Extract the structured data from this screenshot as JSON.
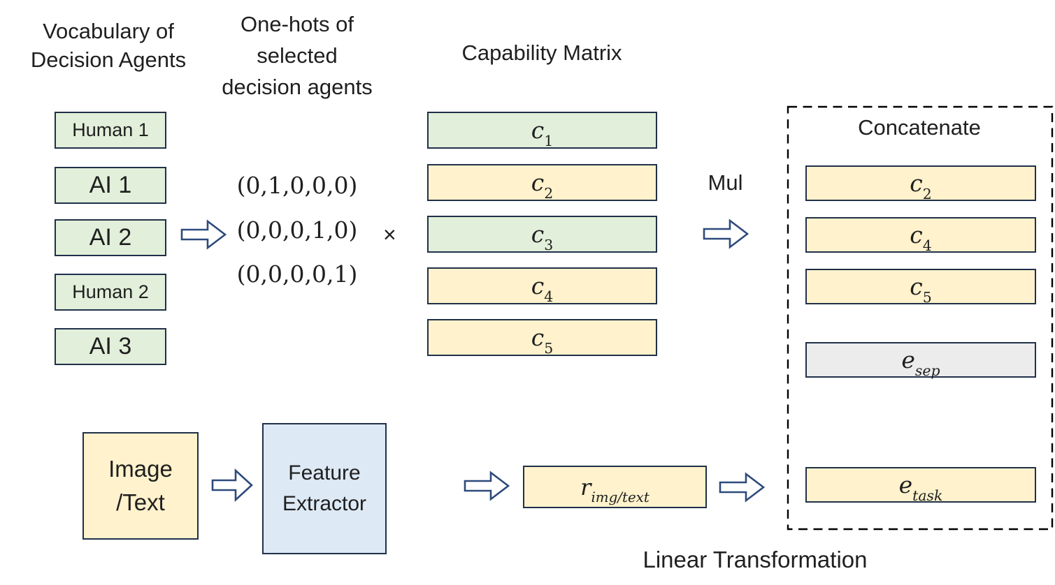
{
  "colors": {
    "agent_box_fill_green": "#e2efda",
    "row_fill_yellow": "#fff2cc",
    "feature_extractor_fill_blue": "#dde9f5",
    "sep_fill_gray": "#ececec",
    "box_border": "#203049",
    "arrow_outline": "#2e4a7c",
    "dashed_border": "#000000",
    "text": "#1f1f1f"
  },
  "headers": {
    "vocabulary": {
      "line1": "Vocabulary of",
      "line2": "Decision Agents"
    },
    "one_hots": {
      "line1": "One-hots of",
      "line2": "selected",
      "line3": "decision agents"
    },
    "capability_matrix": "Capability Matrix"
  },
  "vocabulary_items": [
    {
      "label": "Human 1"
    },
    {
      "label": "AI 1"
    },
    {
      "label": "AI 2"
    },
    {
      "label": "Human 2"
    },
    {
      "label": "AI 3"
    }
  ],
  "one_hot_vectors": [
    "(0,1,0,0,0)",
    "(0,0,0,1,0)",
    "(0,0,0,0,1)"
  ],
  "multiply_symbol": "×",
  "capability_rows": [
    {
      "base": "c",
      "sub": "1"
    },
    {
      "base": "c",
      "sub": "2"
    },
    {
      "base": "c",
      "sub": "3"
    },
    {
      "base": "c",
      "sub": "4"
    },
    {
      "base": "c",
      "sub": "5"
    }
  ],
  "mul_label": "Mul",
  "concatenate": {
    "title": "Concatenate",
    "rows": [
      {
        "base": "c",
        "sub": "2"
      },
      {
        "base": "c",
        "sub": "4"
      },
      {
        "base": "c",
        "sub": "5"
      }
    ],
    "sep_embedding": {
      "base": "e",
      "sub": "sep"
    },
    "task_embedding": {
      "base": "e",
      "sub": "task"
    }
  },
  "pipeline": {
    "input_box": {
      "line1": "Image",
      "line2": "/Text"
    },
    "feature_extractor": {
      "line1": "Feature",
      "line2": "Extractor"
    },
    "representation": {
      "base": "r",
      "sub": "img/text"
    }
  },
  "linear_transformation_label": "Linear Transformation"
}
